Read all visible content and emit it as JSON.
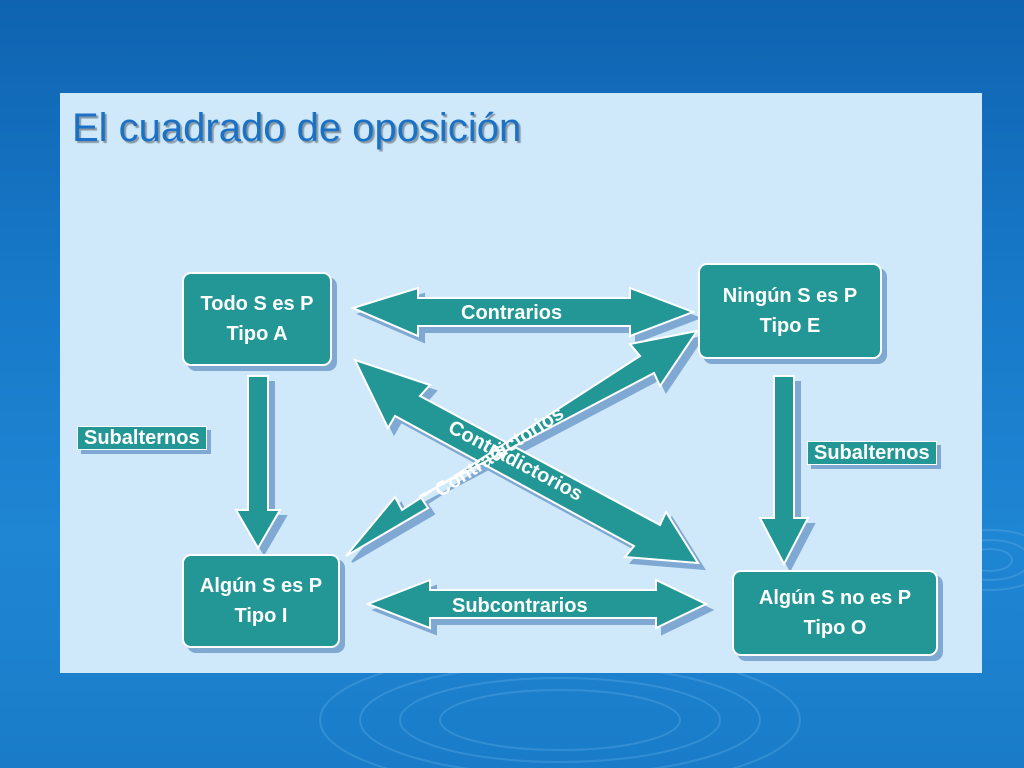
{
  "title": "El cuadrado de oposición",
  "boxes": {
    "a": {
      "line1": "Todo S es P",
      "line2": "Tipo A"
    },
    "e": {
      "line1": "Ningún S es P",
      "line2": "Tipo E"
    },
    "i": {
      "line1": "Algún S es P",
      "line2": "Tipo I"
    },
    "o": {
      "line1": "Algún S no es P",
      "line2": "Tipo O"
    }
  },
  "relations": {
    "contrarios": "Contrarios",
    "subcontrarios": "Subcontrarios",
    "subalternos_left": "Subalternos",
    "subalternos_right": "Subalternos",
    "contradictorios_1": "Contradictorios",
    "contradictorios_2": "Contradictorios"
  },
  "colors": {
    "arrow_fill": "#239795",
    "arrow_stroke": "#ffffff",
    "panel": "#cfe9fa",
    "title": "#1b71c6"
  }
}
